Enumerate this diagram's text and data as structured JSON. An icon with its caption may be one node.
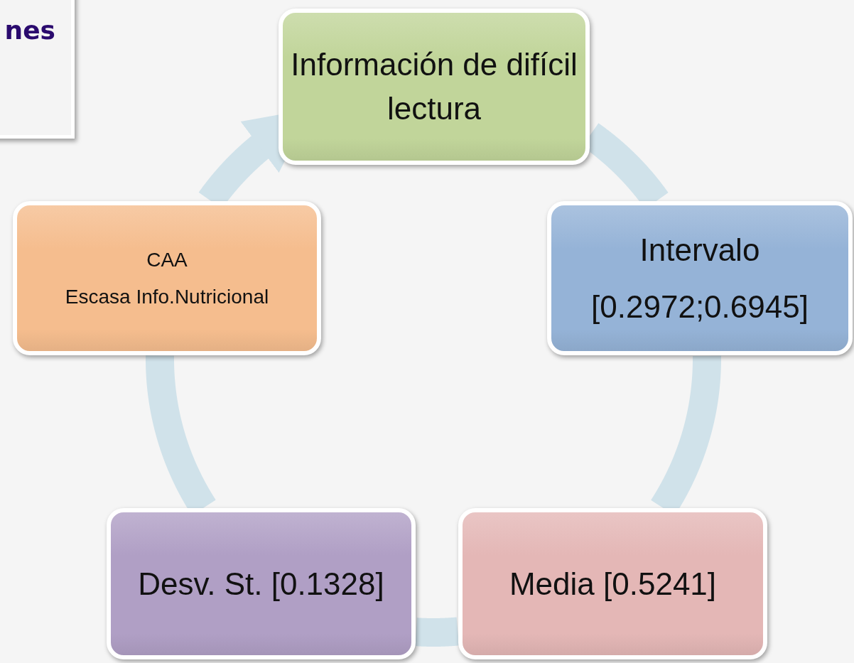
{
  "diagram": {
    "nodes": [
      {
        "text": [
          "nes"
        ]
      },
      {
        "text": [
          "Información de difícil lectura"
        ]
      },
      {
        "text": [
          "Intervalo [0.2972;0.6945]"
        ]
      },
      {
        "text": [
          "Media [0.5241]"
        ]
      },
      {
        "text": [
          "Desv. St. [0.1328]"
        ]
      },
      {
        "text": [
          "CAA",
          "Escasa Info.Nutricional"
        ]
      }
    ],
    "edges": [
      {
        "from": 1,
        "to": 2,
        "arrow": "none"
      },
      {
        "from": 2,
        "to": 3,
        "arrow": "none"
      },
      {
        "from": 3,
        "to": 4,
        "arrow": "none"
      },
      {
        "from": 4,
        "to": 5,
        "arrow": "none"
      },
      {
        "from": 5,
        "to": 1,
        "arrow": "to"
      }
    ]
  }
}
